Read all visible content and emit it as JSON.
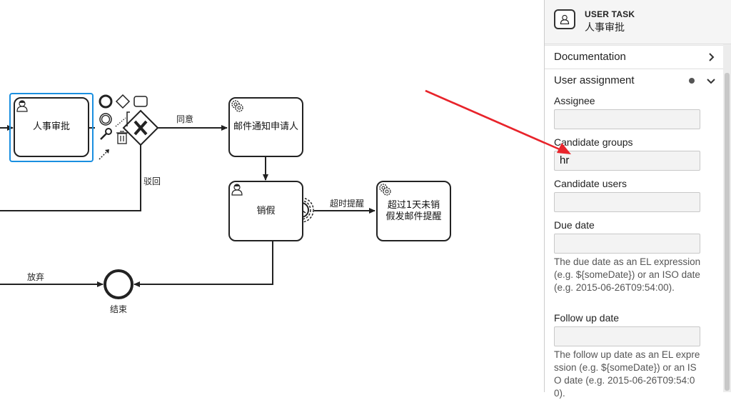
{
  "diagram": {
    "tasks": [
      {
        "id": "hr_approve",
        "label": "人事审批",
        "type": "user",
        "selected": true
      },
      {
        "id": "mail_notify",
        "label": "邮件通知申请人",
        "type": "service"
      },
      {
        "id": "cancel_leave",
        "label": "销假",
        "type": "user"
      },
      {
        "id": "overdue_mail",
        "label": "超过1天未销假发邮件提醒",
        "type": "service"
      }
    ],
    "flows": {
      "agree": "同意",
      "reject": "驳回",
      "timeout": "超时提醒",
      "abandon": "放弃"
    },
    "end_event": {
      "label": "结束"
    }
  },
  "panel": {
    "element_type": "USER TASK",
    "element_name": "人事审批",
    "groups": [
      {
        "title": "Documentation",
        "expanded": false
      },
      {
        "title": "User assignment",
        "expanded": true,
        "has_value": true
      }
    ],
    "fields": {
      "assignee": {
        "label": "Assignee",
        "value": ""
      },
      "candidate_groups": {
        "label": "Candidate groups",
        "value": "hr"
      },
      "candidate_users": {
        "label": "Candidate users",
        "value": ""
      },
      "due_date": {
        "label": "Due date",
        "value": "",
        "description": "The due date as an EL expression (e.g. ${someDate}) or an ISO date (e.g. 2015-06-26T09:54:00)."
      },
      "follow_up_date": {
        "label": "Follow up date",
        "value": "",
        "description": "The follow up date as an EL expression (e.g. ${someDate}) or an ISO date (e.g. 2015-06-26T09:54:00)."
      }
    }
  },
  "colors": {
    "selection": "#1a8fe0",
    "annotation_arrow": "#e8242b",
    "stroke": "#222222"
  }
}
